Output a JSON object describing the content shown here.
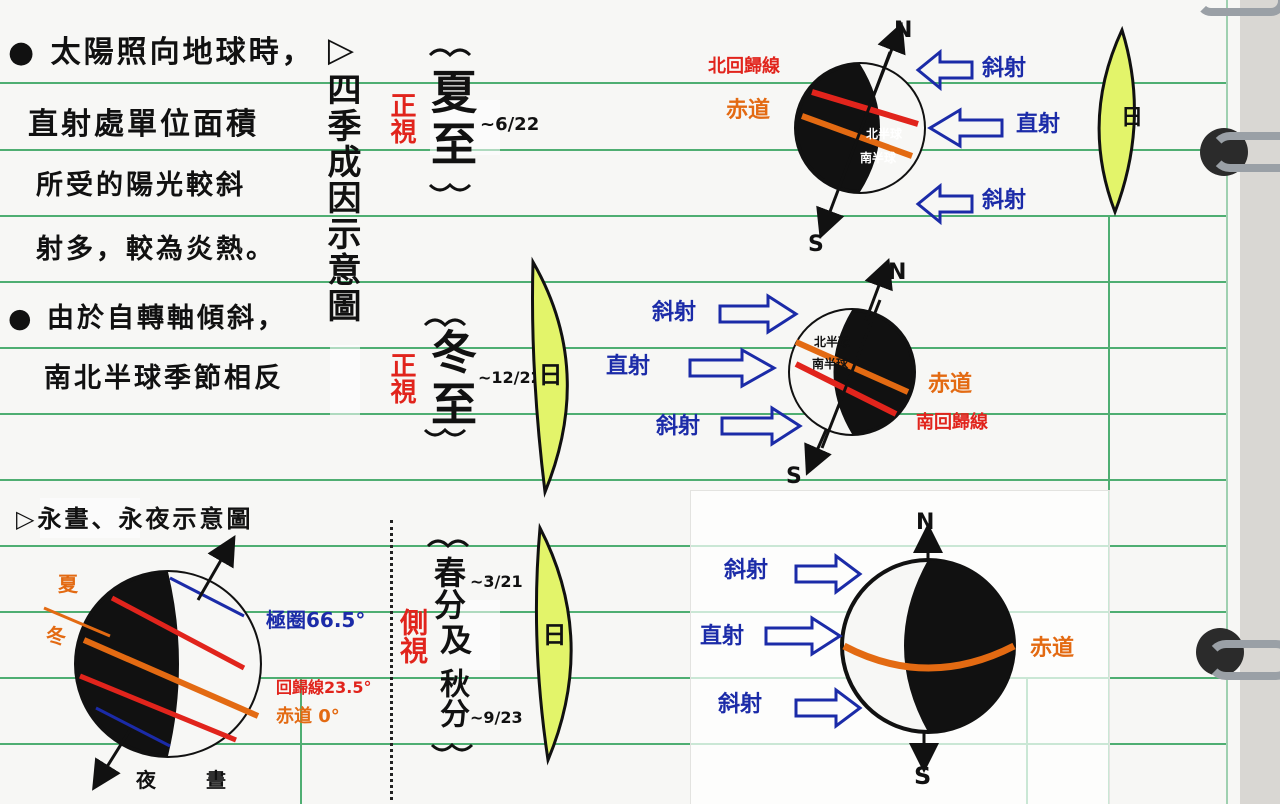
{
  "notes": {
    "line1": "太陽照向地球時，",
    "line2": "直射處單位面積",
    "line3": "所受的陽光較斜",
    "line4": "射多，較為炎熱。",
    "line5": "由於自轉軸傾斜，",
    "line6": "南北半球季節相反",
    "section_title": "▷四季成因示意圖",
    "section2_title": "▷永晝、永夜示意圖"
  },
  "summer": {
    "view": "正視",
    "label": "夏至",
    "date": "~6/22",
    "sun": "日",
    "north": "N",
    "south": "S",
    "tropic": "北回歸線",
    "equator": "赤道",
    "lat_n": "北半球",
    "lat_s": "南半球",
    "ray_top": "斜射",
    "ray_mid": "直射",
    "ray_bottom": "斜射"
  },
  "winter": {
    "view": "正視",
    "label": "冬至",
    "date": "~12/22",
    "sun": "日",
    "north": "N",
    "south": "S",
    "tropic": "南回歸線",
    "equator": "赤道",
    "lat_n": "北半球",
    "lat_s": "南半球",
    "ray_top": "斜射",
    "ray_mid": "直射",
    "ray_bottom": "斜射"
  },
  "equinox": {
    "view": "側視",
    "label_spring": "春分",
    "date_spring": "~3/21",
    "join": "及",
    "label_autumn": "秋分",
    "date_autumn": "~9/23",
    "sun": "日",
    "north": "N",
    "south": "S",
    "equator": "赤道",
    "ray_top": "斜射",
    "ray_mid": "直射",
    "ray_bottom": "斜射"
  },
  "polar": {
    "summer": "夏",
    "winter": "冬",
    "arctic": "極圈66.5°",
    "tropic": "回歸線23.5°",
    "equator": "赤道 0°",
    "bottom_left": "夜",
    "bottom_right": "晝"
  },
  "colors": {
    "line": "#4fae72",
    "red": "#e1241c",
    "blue": "#1b2ba8",
    "orange": "#e36a12",
    "sun": "#d8f04a"
  }
}
